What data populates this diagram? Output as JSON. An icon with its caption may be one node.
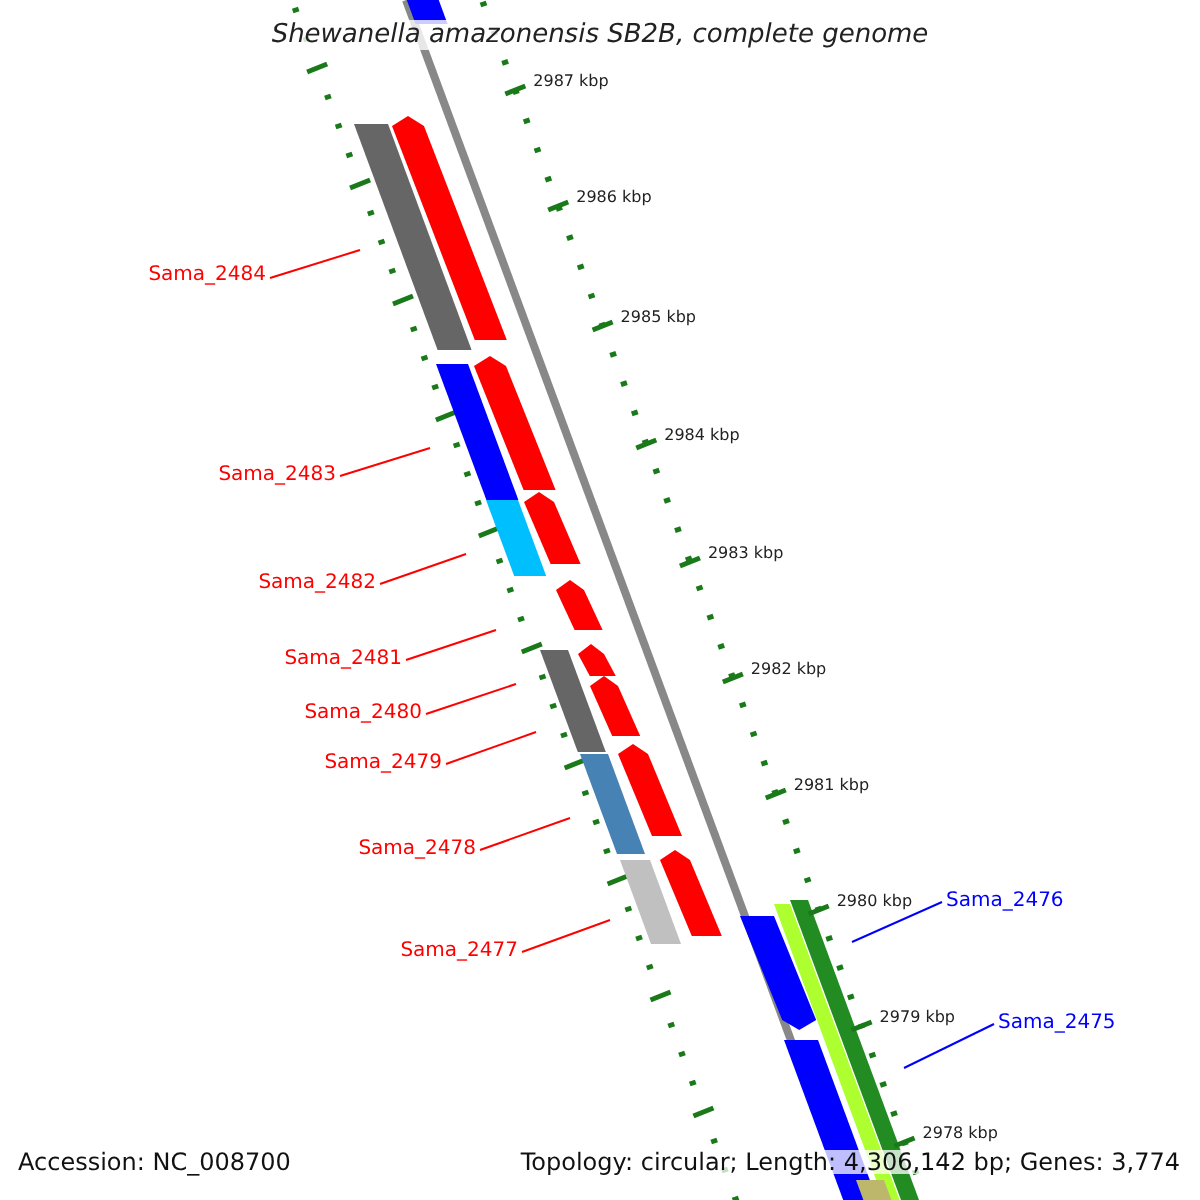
{
  "diagram": {
    "title": "Shewanella amazonensis SB2B, complete genome",
    "nodes": [
      {
        "text": [
          "Sama_2484"
        ]
      },
      {
        "text": [
          "Sama_2483"
        ]
      },
      {
        "text": [
          "Sama_2482"
        ]
      },
      {
        "text": [
          "Sama_2481"
        ]
      },
      {
        "text": [
          "Sama_2480"
        ]
      },
      {
        "text": [
          "Sama_2479"
        ]
      },
      {
        "text": [
          "Sama_2478"
        ]
      },
      {
        "text": [
          "Sama_2477"
        ]
      },
      {
        "text": [
          "Sama_2476"
        ]
      },
      {
        "text": [
          "Sama_2475"
        ]
      }
    ],
    "edges": [
      {
        "from": 0,
        "to": null,
        "arrow": "none"
      },
      {
        "from": 1,
        "to": null,
        "arrow": "none"
      },
      {
        "from": 2,
        "to": null,
        "arrow": "none"
      },
      {
        "from": 3,
        "to": null,
        "arrow": "none"
      },
      {
        "from": 4,
        "to": null,
        "arrow": "none"
      },
      {
        "from": 5,
        "to": null,
        "arrow": "none"
      },
      {
        "from": 6,
        "to": null,
        "arrow": "none"
      },
      {
        "from": 7,
        "to": null,
        "arrow": "none"
      },
      {
        "from": 8,
        "to": null,
        "arrow": "none",
        "color": "#0000ff"
      },
      {
        "from": 9,
        "to": null,
        "arrow": "none",
        "color": "#0000ff"
      }
    ],
    "labels": [
      "2987 kbp",
      "2986 kbp",
      "2985 kbp",
      "2984 kbp",
      "2983 kbp",
      "2982 kbp",
      "2981 kbp",
      "2980 kbp",
      "2979 kbp",
      "2978 kbp",
      "Accession: NC_008700",
      "Topology: circular; Length: 4,306,142 bp; Genes: 3,774"
    ]
  }
}
